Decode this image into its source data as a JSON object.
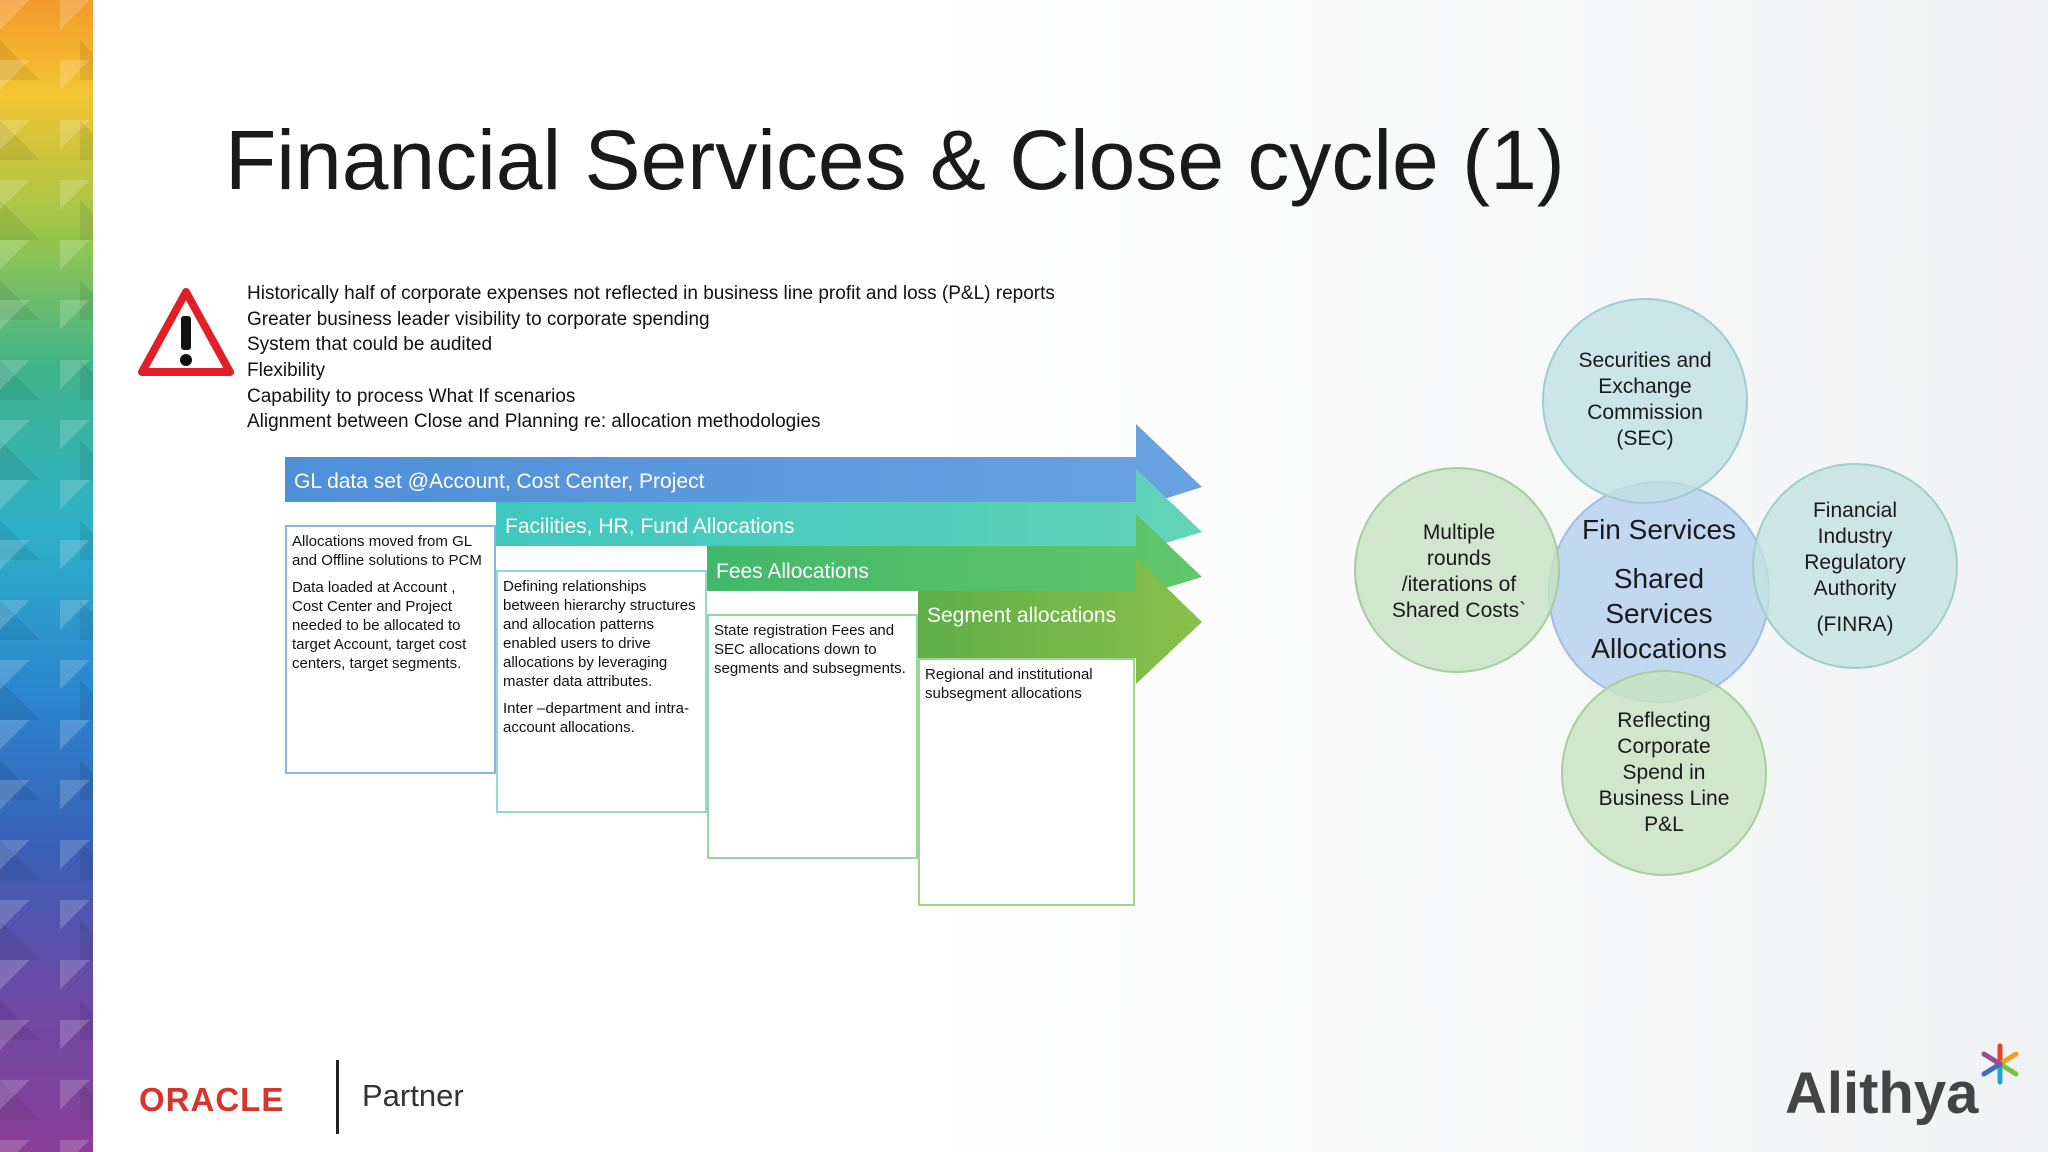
{
  "title": "Financial Services & Close cycle (1)",
  "bullets": [
    "Historically half of corporate expenses not reflected in business line profit and loss (P&L) reports",
    "Greater business leader visibility to corporate spending",
    "System that could be audited",
    "Flexibility",
    "Capability to process What If scenarios",
    "Alignment between Close and Planning re: allocation methodologies"
  ],
  "steps": [
    {
      "label": "GL data set @Account, Cost Center, Project",
      "paragraphs": [
        "Allocations moved from GL and Offline solutions to PCM",
        "Data loaded at Account , Cost Center and Project needed to be allocated to target Account, target cost centers, target segments."
      ]
    },
    {
      "label": "Facilities, HR, Fund Allocations",
      "paragraphs": [
        "Defining relationships between hierarchy structures and allocation patterns enabled users to drive allocations by leveraging master data attributes.",
        "Inter –department and intra- account allocations."
      ]
    },
    {
      "label": "Fees Allocations",
      "paragraphs": [
        "State registration Fees and SEC allocations down to segments and subsegments."
      ]
    },
    {
      "label": "Segment allocations",
      "paragraphs": [
        "Regional and institutional subsegment allocations"
      ]
    }
  ],
  "hub": {
    "line1": "Fin Services",
    "line2": "Shared",
    "line3": "Services",
    "line4": "Allocations"
  },
  "circles": {
    "top": [
      "Securities and",
      "Exchange",
      "Commission",
      "(SEC)"
    ],
    "left": [
      "Multiple",
      "rounds",
      "/iterations of",
      "Shared Costs`"
    ],
    "right": [
      "Financial",
      "Industry",
      "Regulatory",
      "Authority",
      "",
      "(FINRA)"
    ],
    "bottom": [
      "Reflecting",
      "Corporate",
      "Spend in",
      "Business Line",
      "P&L"
    ]
  },
  "footer": {
    "oracle": "ORACLE",
    "partner": "Partner",
    "alithya": "Alithya"
  },
  "colors": {
    "step1": "#5b93d6",
    "step2": "#4fcdb8",
    "step3": "#52bf6a",
    "step4": "#6fb34a",
    "circle_blue": "#bfd6ee",
    "circle_teal": "#c2e2e3",
    "circle_green": "#c9e3c4"
  }
}
